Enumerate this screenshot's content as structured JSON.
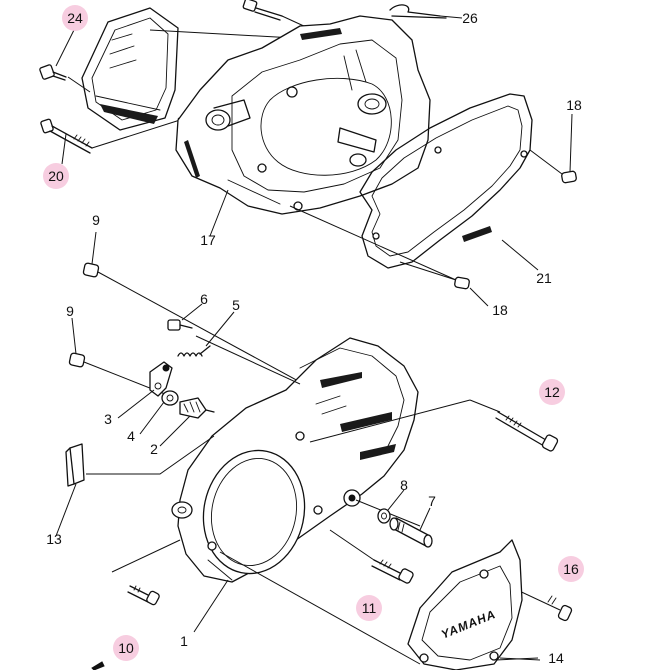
{
  "colors": {
    "line": "#111111",
    "highlight": "#f7cde0",
    "background": "#ffffff"
  },
  "emblem_text": "YAMAHA",
  "callouts": [
    {
      "id": "c24",
      "label": "24",
      "highlighted": true
    },
    {
      "id": "c26",
      "label": "26",
      "highlighted": false
    },
    {
      "id": "c18a",
      "label": "18",
      "highlighted": false
    },
    {
      "id": "c20",
      "label": "20",
      "highlighted": true
    },
    {
      "id": "c17",
      "label": "17",
      "highlighted": false
    },
    {
      "id": "c9a",
      "label": "9",
      "highlighted": false
    },
    {
      "id": "c21",
      "label": "21",
      "highlighted": false
    },
    {
      "id": "c18b",
      "label": "18",
      "highlighted": false
    },
    {
      "id": "c6",
      "label": "6",
      "highlighted": false
    },
    {
      "id": "c5",
      "label": "5",
      "highlighted": false
    },
    {
      "id": "c9b",
      "label": "9",
      "highlighted": false
    },
    {
      "id": "c3",
      "label": "3",
      "highlighted": false
    },
    {
      "id": "c4",
      "label": "4",
      "highlighted": false
    },
    {
      "id": "c2",
      "label": "2",
      "highlighted": false
    },
    {
      "id": "c12",
      "label": "12",
      "highlighted": true
    },
    {
      "id": "c8",
      "label": "8",
      "highlighted": false
    },
    {
      "id": "c7",
      "label": "7",
      "highlighted": false
    },
    {
      "id": "c13",
      "label": "13",
      "highlighted": false
    },
    {
      "id": "c16",
      "label": "16",
      "highlighted": true
    },
    {
      "id": "c11",
      "label": "11",
      "highlighted": true
    },
    {
      "id": "c1",
      "label": "1",
      "highlighted": false
    },
    {
      "id": "c10",
      "label": "10",
      "highlighted": true
    },
    {
      "id": "c14",
      "label": "14",
      "highlighted": false
    }
  ]
}
